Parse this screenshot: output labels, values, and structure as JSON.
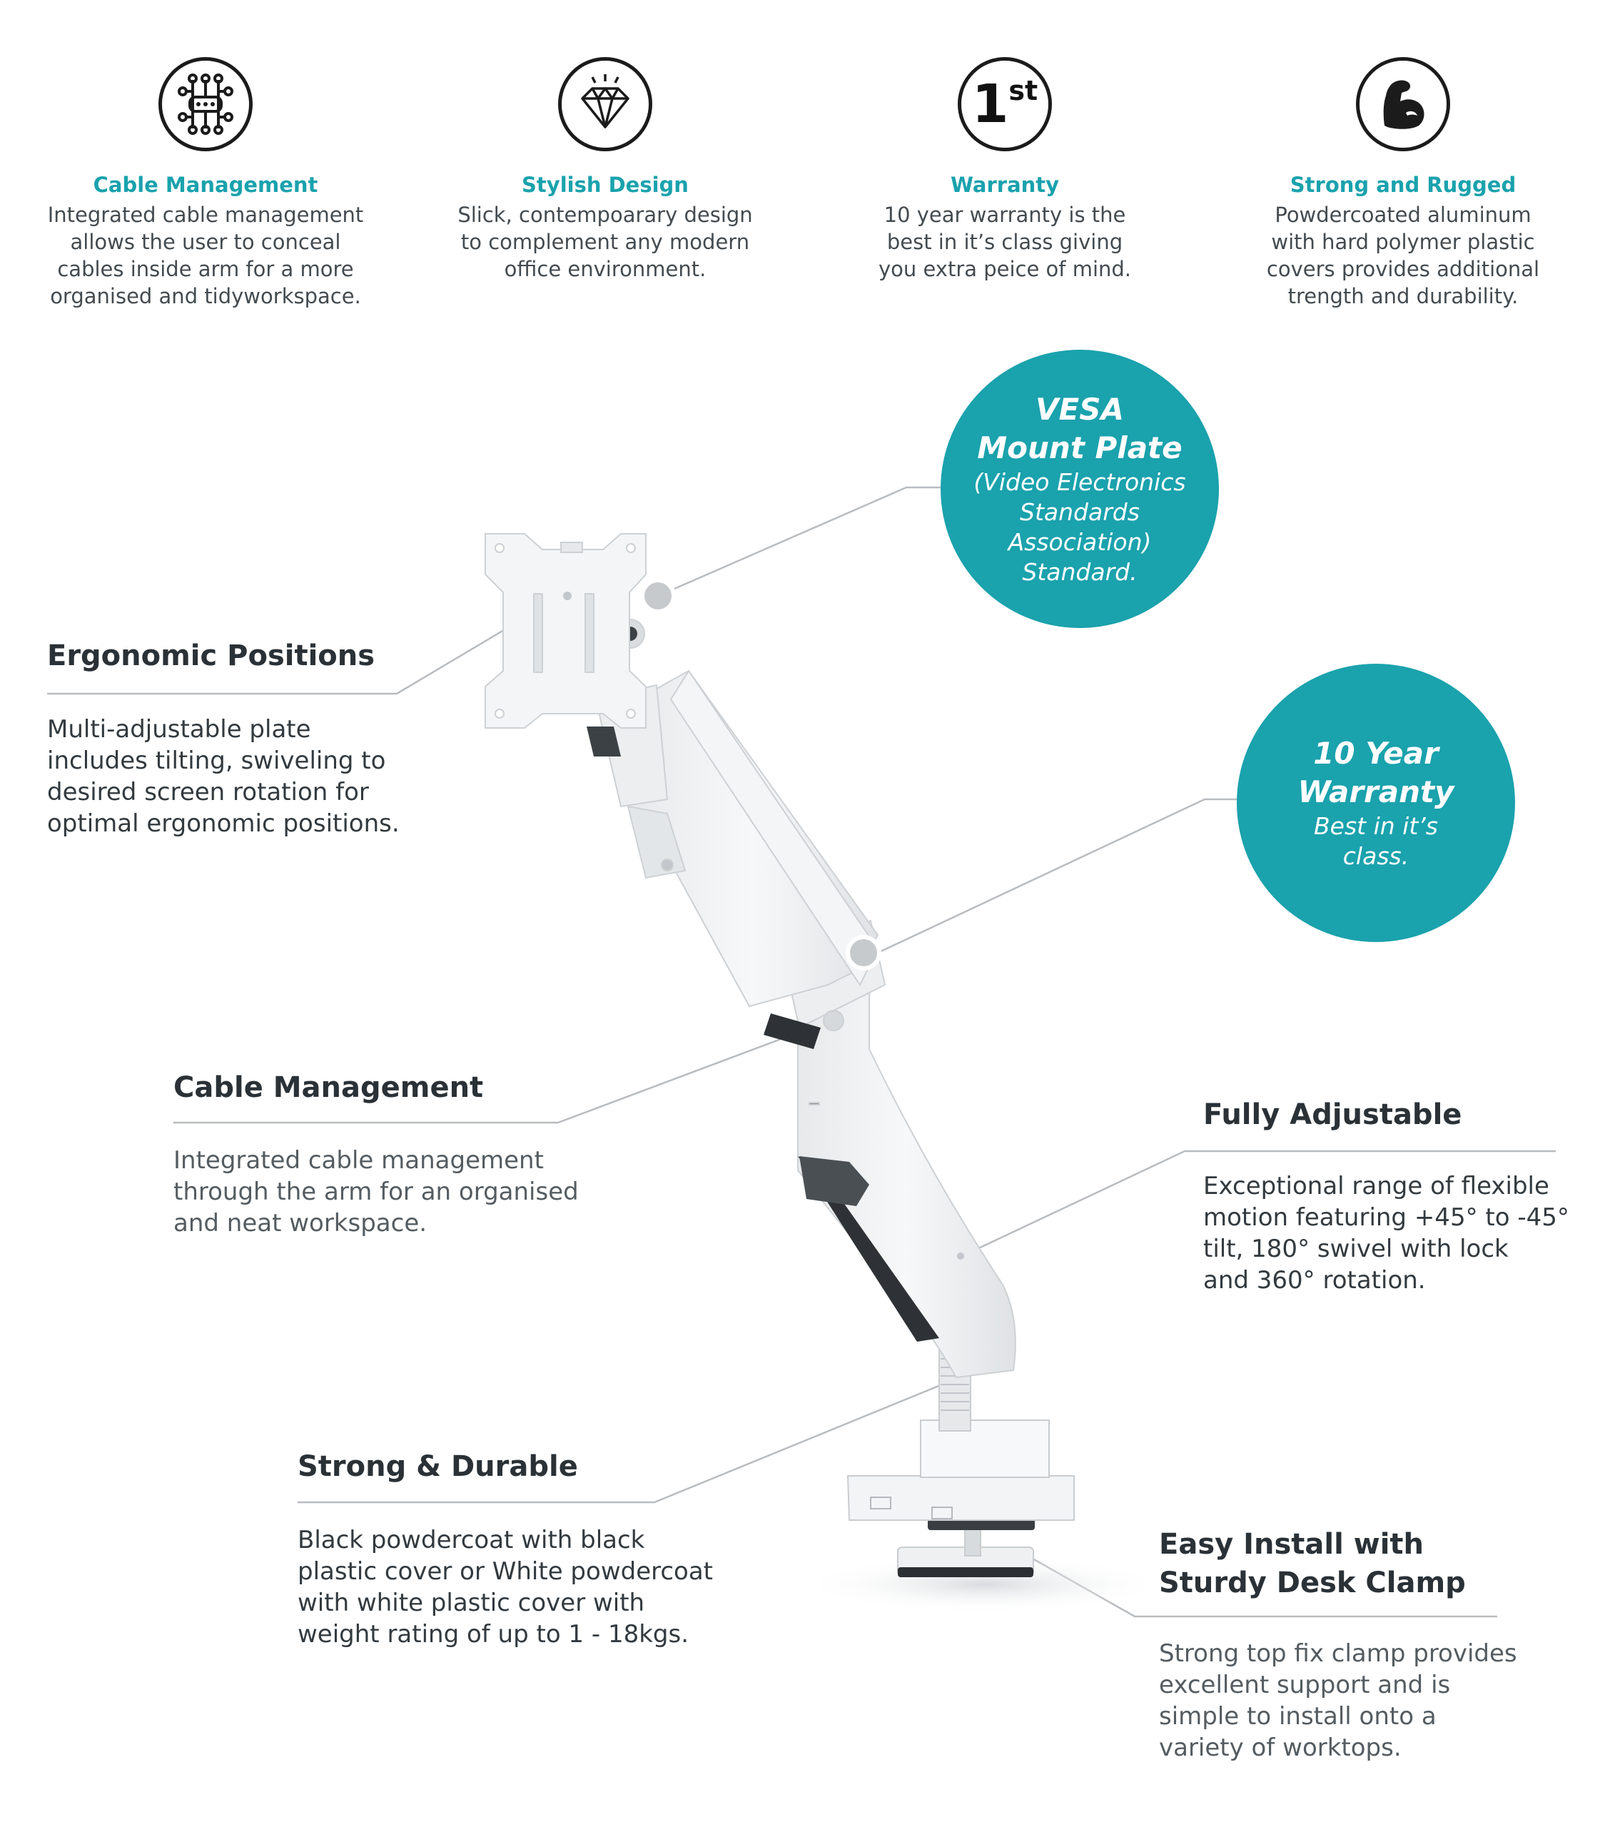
{
  "features": [
    {
      "icon": "cable-management-icon",
      "title": "Cable Management",
      "description": "Integrated cable management\nallows the user to conceal\ncables inside arm for a more\norganised and tidyworkspace."
    },
    {
      "icon": "diamond-icon",
      "title": "Stylish Design",
      "description": "Slick, contempoarary design\nto complement any modern\noffice environment."
    },
    {
      "icon": "first-place-icon",
      "icon_text": "1",
      "icon_sup": "st",
      "title": "Warranty",
      "description": "10 year warranty is the\nbest in it’s class giving\nyou extra peice of mind."
    },
    {
      "icon": "flexed-arm-icon",
      "title": "Strong and Rugged",
      "description": "Powdercoated aluminum\nwith hard polymer plastic\ncovers provides additional\ntrength and durability."
    }
  ],
  "bubbles": {
    "vesa": {
      "head": "VESA\nMount Plate",
      "sub": "(Video Electronics\nStandards\nAssociation)\nStandard."
    },
    "warranty": {
      "head": "10 Year\nWarranty",
      "sub": "Best in it’s\nclass."
    }
  },
  "callouts": {
    "ergonomic": {
      "title": "Ergonomic Positions",
      "desc": "Multi-adjustable plate\nincludes tilting, swiveling to\ndesired screen rotation for\noptimal ergonomic positions."
    },
    "cable": {
      "title": "Cable Management",
      "desc": "Integrated cable management\nthrough the arm for an organised\nand neat workspace."
    },
    "adjustable": {
      "title": "Fully Adjustable",
      "desc": "Exceptional range of flexible\nmotion featuring +45° to -45°\ntilt, 180° swivel with lock\nand 360° rotation."
    },
    "durable": {
      "title": "Strong & Durable",
      "desc": "Black powdercoat with black\nplastic cover or White powdercoat\nwith white plastic cover with\nweight rating of up to 1 - 18kgs."
    },
    "install": {
      "title": "Easy Install with\nSturdy Desk Clamp",
      "desc": "Strong top fix clamp provides\nexcellent support and is\nsimple to install onto a\nvariety of worktops."
    }
  },
  "colors": {
    "accent": "#1aa2ad",
    "text": "#333a3f",
    "line": "#b9bcbf"
  }
}
